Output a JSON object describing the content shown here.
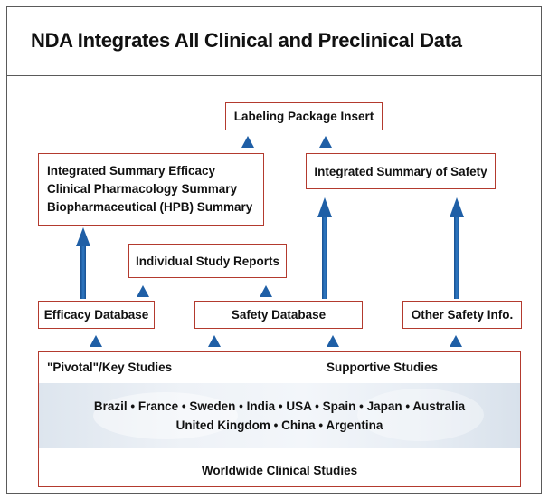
{
  "title": "NDA Integrates All Clinical and Preclinical Data",
  "nodes": {
    "labeling": "Labeling Package Insert",
    "integrated_efficacy": [
      "Integrated Summary Efficacy",
      "Clinical Pharmacology Summary",
      "Biopharmaceutical (HPB) Summary"
    ],
    "integrated_safety": "Integrated Summary of Safety",
    "individual_reports": "Individual Study Reports",
    "efficacy_db": "Efficacy Database",
    "safety_db": "Safety Database",
    "other_safety": "Other Safety Info."
  },
  "studies": {
    "pivotal": "\"Pivotal\"/Key Studies",
    "supportive": "Supportive Studies",
    "countries_line1": "Brazil • France • Sweden • India • USA • Spain • Japan • Australia",
    "countries_line2": "United Kingdom • China • Argentina",
    "worldwide": "Worldwide Clinical Studies"
  },
  "colors": {
    "box_border": "#b33a2e",
    "arrow": "#1f5fa6",
    "band": "#e4ebf3"
  }
}
